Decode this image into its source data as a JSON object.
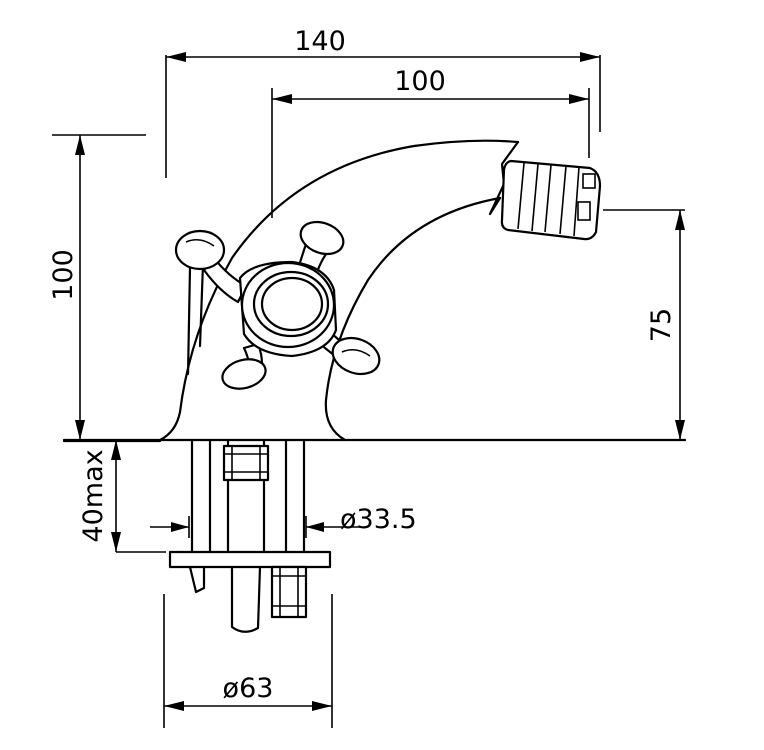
{
  "dimensions": {
    "overall_width": "140",
    "spout_reach": "100",
    "height": "100",
    "outlet_height": "75",
    "max_deck_thickness": "40max",
    "shank_diameter": "ø33.5",
    "base_diameter": "ø63"
  }
}
